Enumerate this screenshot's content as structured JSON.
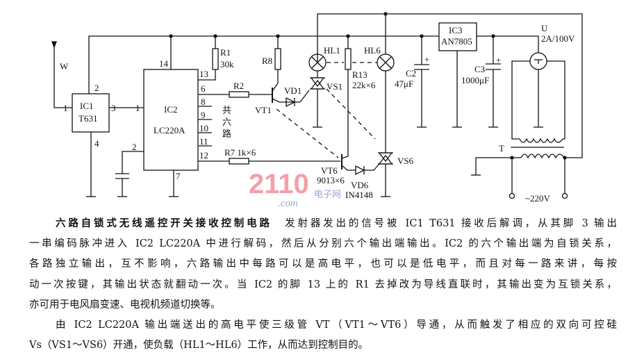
{
  "diagram": {
    "labels": {
      "w": "W",
      "ic1": "IC1",
      "ic1_model": "T631",
      "ic1_pin1": "1",
      "ic1_pin2": "2",
      "ic1_pin3": "3",
      "ic1_pin4": "4",
      "ic2": "IC2",
      "ic2_model": "LC220A",
      "ic2_pin1": "1",
      "ic2_pin2": "2",
      "ic2_pin14": "14",
      "ic2_pin13": "13",
      "ic2_pin6": "6",
      "ic2_pin8": "8",
      "ic2_pin9": "9",
      "ic2_pin10": "10",
      "ic2_pin11": "11",
      "ic2_pin12": "12",
      "ic2_pin7": "7",
      "r1": "R1",
      "r1_value": "30k",
      "r2": "R2",
      "r7": "R7 1k×6",
      "r8": "R8",
      "six_way_1": "共",
      "six_way_2": "六",
      "six_way_3": "路",
      "vt1": "VT1",
      "vd1": "VD1",
      "vs1": "VS1",
      "hl1": "HL1",
      "hl6": "HL6",
      "r13": "R13",
      "r13_value": "22k×6",
      "vt6": "VT6",
      "vt6_model": "9013×6",
      "vd6": "VD6",
      "vd6_model": "IN4148",
      "vs6": "VS6",
      "c2": "C2",
      "c2_value": "47μF",
      "ic3": "IC3",
      "ic3_model": "AN7805",
      "c3": "C3",
      "c3_value": "1000μF",
      "u": "U",
      "u_value": "2A/100V",
      "t": "T",
      "mains": "~220V",
      "plus": "+"
    },
    "watermark": {
      "main": "2110",
      "sub": "电子网",
      "domain": ".com"
    }
  },
  "text": {
    "title": "六路自锁式无线遥控开关接收控制电路",
    "line1": "发射器发出的信号被 IC1 T631 接收后解调，从其脚 3 输出",
    "line2": "一串编码脉冲进入 IC2 LC220A 中进行解码，然后从分别六个输出端输出。IC2 的六个输出端为自锁关系，",
    "line3": "各路独立输出，互不影响，六路输出中每路可以是高电平，也可以是低电平，而且对每一路来讲，每按",
    "line4": "动一次按键，其输出状态就翻动一次。当 IC2 的脚 13 上的 R1 去掉改为导线直联时，其输出变为互锁关系，",
    "line5": "亦可用于电风扇变速、电视机频道切换等。",
    "line6": "由 IC2 LC220A 输出端送出的高电平使三级管 VT（VT1～VT6）导通，从而触发了相应的双向可控硅",
    "line7": "Vs（VS1～VS6）开通，使负载（HL1～HL6）工作，从而达到控制目的。"
  }
}
